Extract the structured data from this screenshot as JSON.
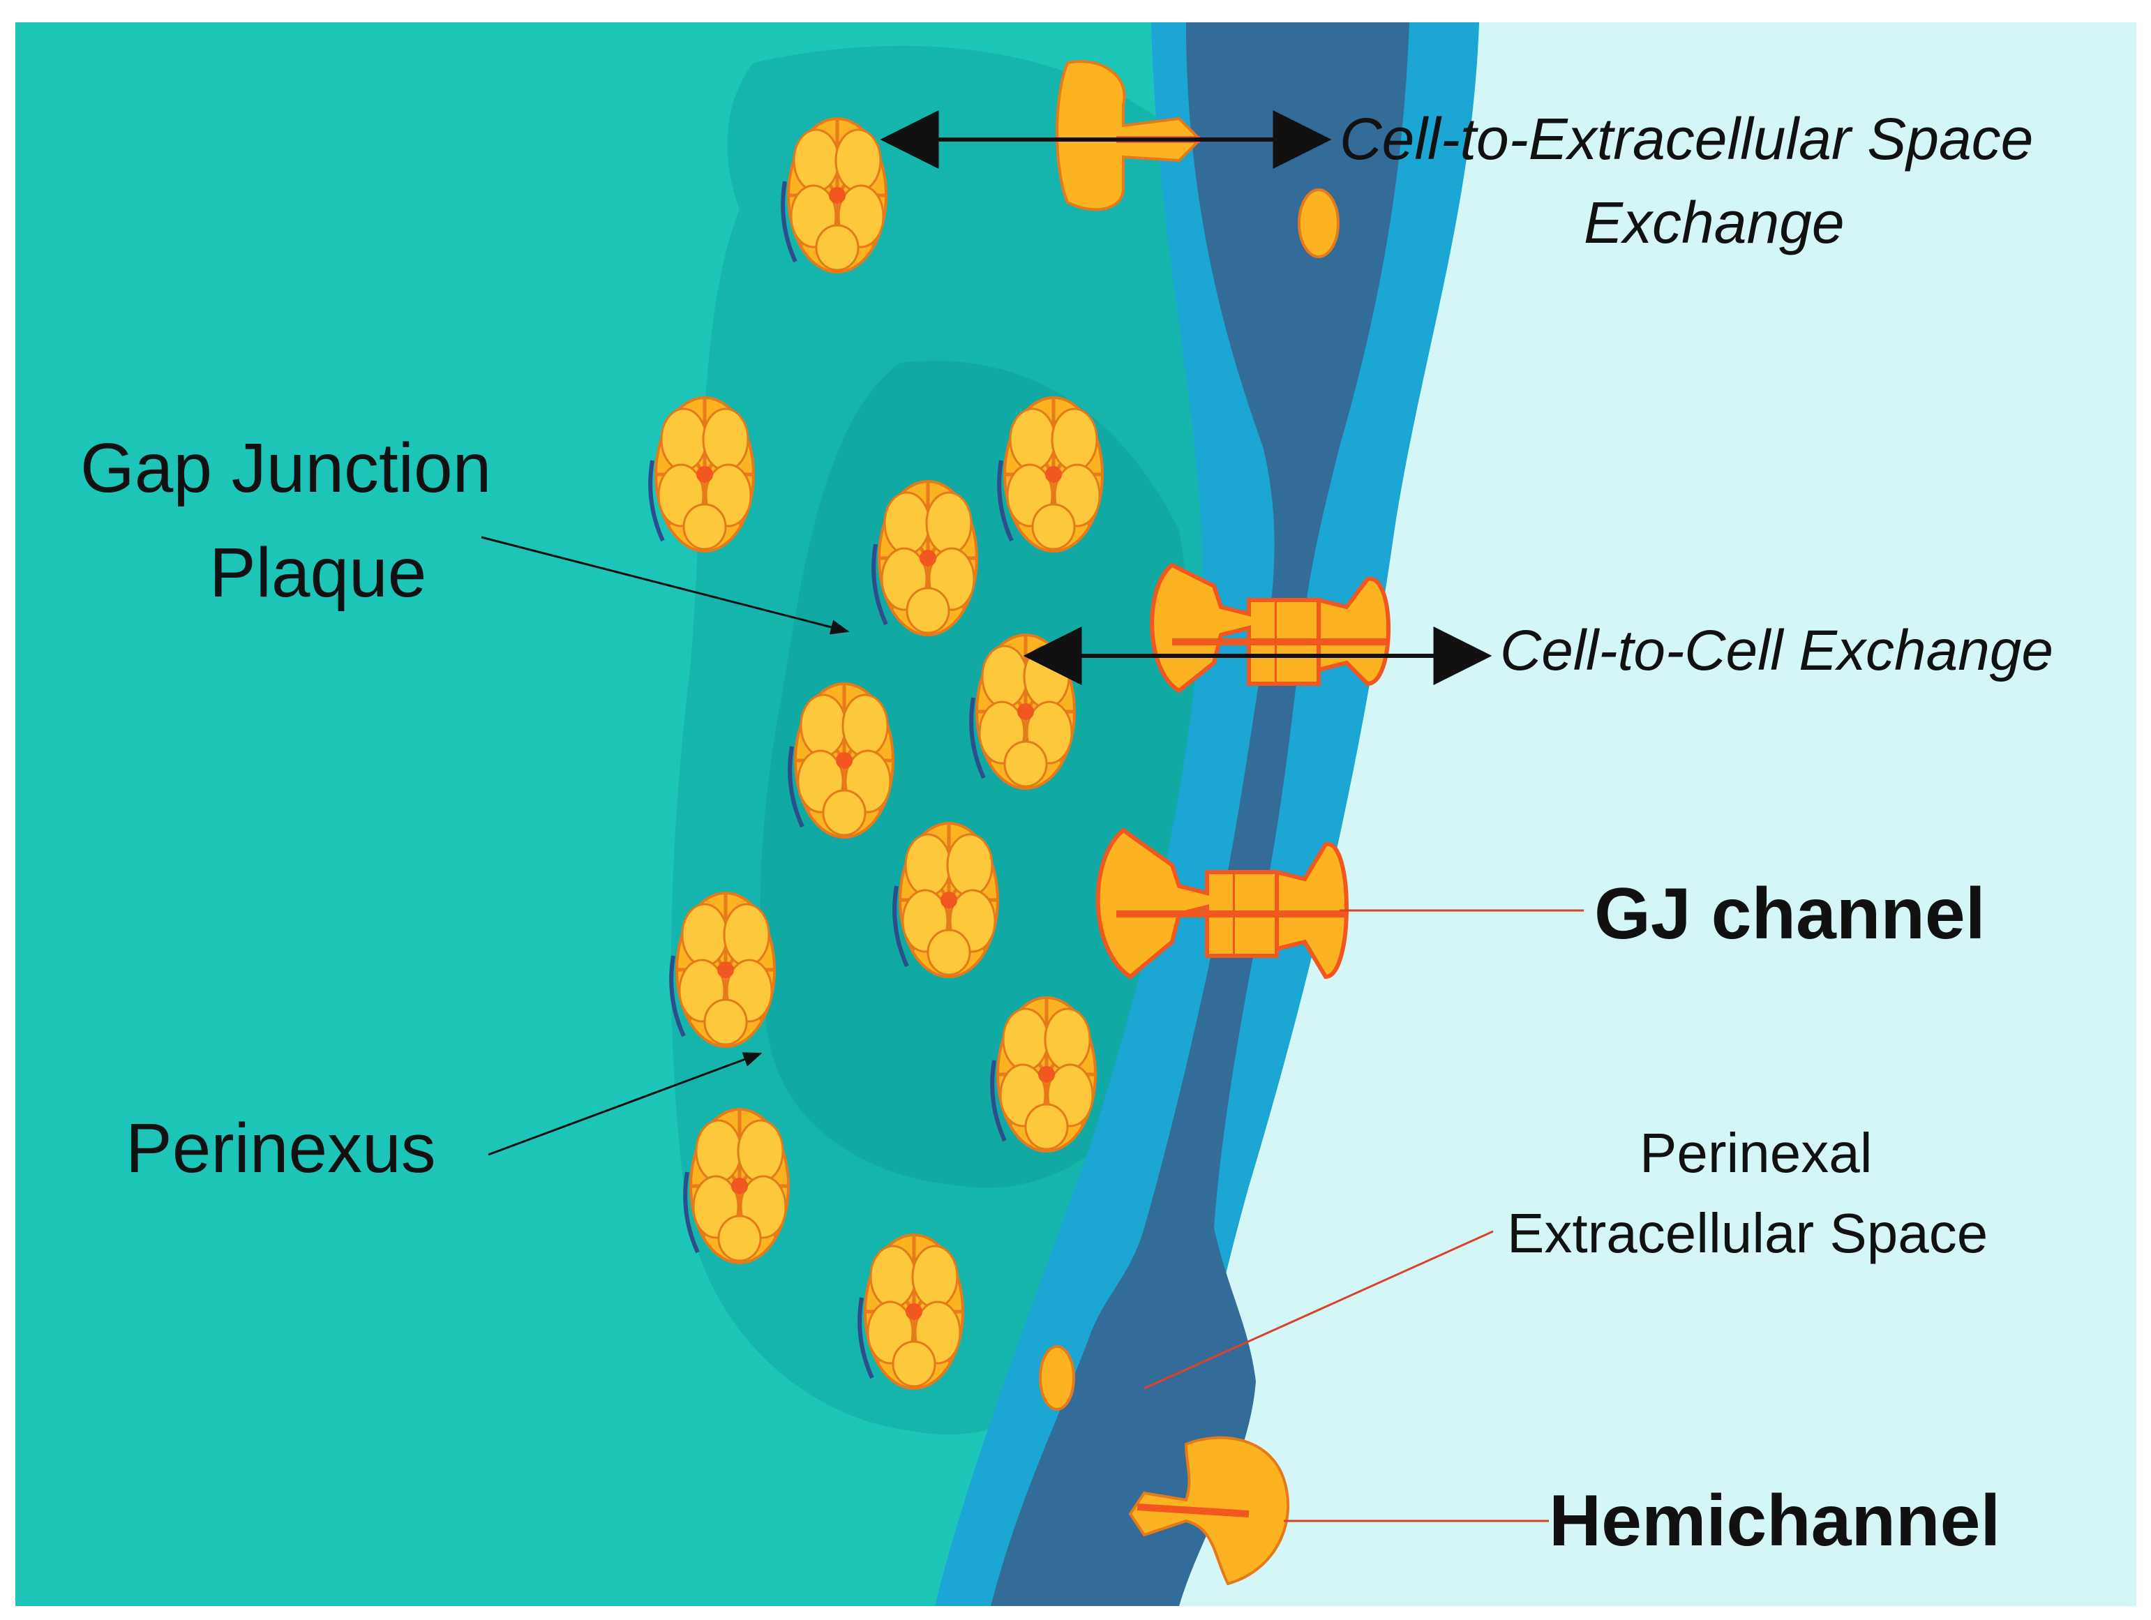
{
  "labels": {
    "cell_to_extracellular": "Cell-to-Extracellular Space",
    "cell_to_extracellular_2": "Exchange",
    "gap_junction_plaque_1": "Gap Junction",
    "gap_junction_plaque_2": "Plaque",
    "cell_to_cell": "Cell-to-Cell Exchange",
    "gj_channel": "GJ channel",
    "perinexus": "Perinexus",
    "perinexal_es_1": "Perinexal",
    "perinexal_es_2": "Extracellular Space",
    "hemichannel": "Hemichannel"
  },
  "colors": {
    "cytoplasm": "#1cc5b8",
    "plaque": "#0d9e99",
    "membrane": "#1ba6d3",
    "extracellular_gap": "#336b99",
    "extracellular_space": "#d4f6f6",
    "connexon": "#fbb322",
    "connexon_core": "#f1571f",
    "pointer_red": "#d9432a",
    "arrow": "#111111"
  },
  "icons": {
    "connexon": "connexon-rosette-icon",
    "gj_channel": "gap-junction-channel-icon",
    "hemichannel": "hemichannel-icon"
  }
}
